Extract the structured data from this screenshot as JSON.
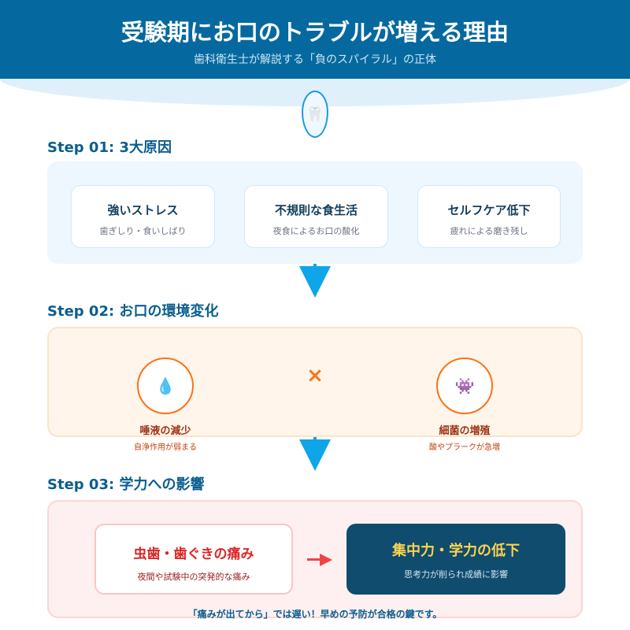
{
  "header": {
    "title": "受験期にお口のトラブルが増える理由",
    "subtitle": "歯科衛生士が解説する「負のスパイラル」の正体",
    "badge_icon": "🦷"
  },
  "step1": {
    "title": "Step 01: 3大原因",
    "causes": [
      {
        "title": "強いストレス",
        "desc": "歯ぎしり・食いしばり"
      },
      {
        "title": "不規則な食生活",
        "desc": "夜食によるお口の酸化"
      },
      {
        "title": "セルフケア低下",
        "desc": "疲れによる磨き残し"
      }
    ]
  },
  "step2": {
    "title": "Step 02: お口の環境変化",
    "operator": "×",
    "factors": [
      {
        "icon": "💧",
        "title": "唾液の減少",
        "desc": "自浄作用が弱まる"
      },
      {
        "icon": "👾",
        "title": "細菌の増殖",
        "desc": "酸やプラークが急増"
      }
    ]
  },
  "step3": {
    "title": "Step 03: 学力への影響",
    "cause": {
      "title": "虫歯・歯ぐきの痛み",
      "desc": "夜間や試験中の突発的な痛み"
    },
    "effect": {
      "title": "集中力・学力の低下",
      "desc": "思考力が削られ成績に影響"
    },
    "footer": "「痛みが出てから」では遅い！早めの予防が合格の鍵です。"
  },
  "colors": {
    "primary": "#05699f",
    "arrow": "#0ea5e9",
    "orange": "#f97316",
    "red": "#dc2626",
    "navy": "#0f4c6e",
    "yellow": "#fcd34d"
  }
}
